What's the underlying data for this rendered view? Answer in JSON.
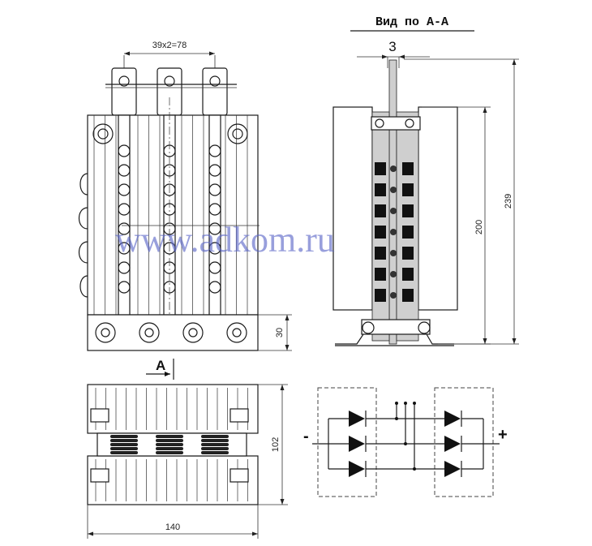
{
  "section_title": "Вид по А-А",
  "dims": {
    "terminal_pitch": "39x2=78",
    "thickness": "3",
    "height_overall": "239",
    "height_body": "200",
    "base_height": "30",
    "width": "140",
    "depth": "102"
  },
  "section_marker": "A",
  "polarity": {
    "negative": "-",
    "positive": "+"
  },
  "watermark": "www.adkom.ru"
}
